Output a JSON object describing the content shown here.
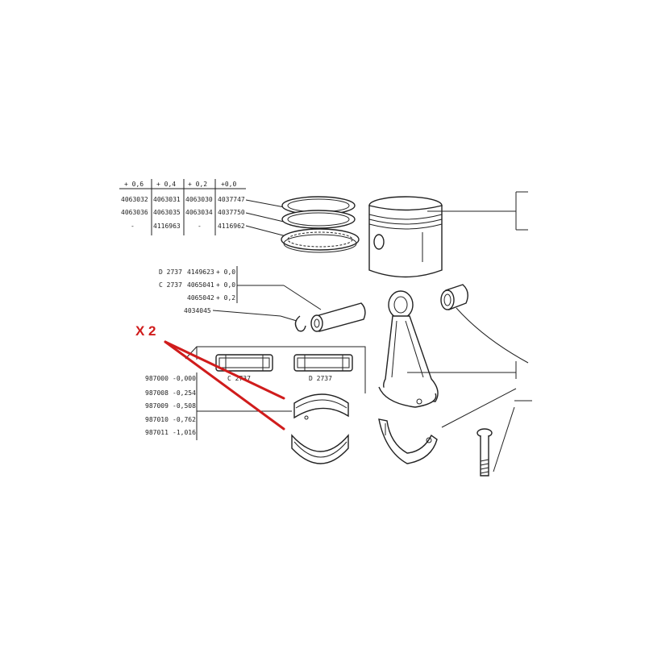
{
  "rings_table": {
    "headers": [
      "+ 0,6",
      "+ 0,4",
      "+ 0,2",
      "+0,0"
    ],
    "rows": [
      [
        "4063032",
        "4063031",
        "4063030",
        "4037747"
      ],
      [
        "4063036",
        "4063035",
        "4063034",
        "4037750"
      ],
      [
        "-",
        "4116963",
        "-",
        "4116962"
      ]
    ]
  },
  "pin_bushing_table": {
    "rows": [
      {
        "code": "D 2737",
        "part": "4149623",
        "size": "+ 0,0"
      },
      {
        "code": "C 2737",
        "part": "4065041",
        "size": "+ 0,0"
      },
      {
        "code": "",
        "part": "4065042",
        "size": "+ 0,2"
      }
    ],
    "circlip": "4034045"
  },
  "bushing_labels": {
    "left": "C 2737",
    "right": "D 2737"
  },
  "bearing_table": {
    "rows": [
      {
        "part": "987000",
        "size": "-0,000"
      },
      {
        "part": "987008",
        "size": "-0,254"
      },
      {
        "part": "987009",
        "size": "-0,508"
      },
      {
        "part": "987010",
        "size": "-0,762"
      },
      {
        "part": "987011",
        "size": "-1,016"
      }
    ]
  },
  "annotation": {
    "text": "X 2",
    "color": "#d01c1c"
  }
}
